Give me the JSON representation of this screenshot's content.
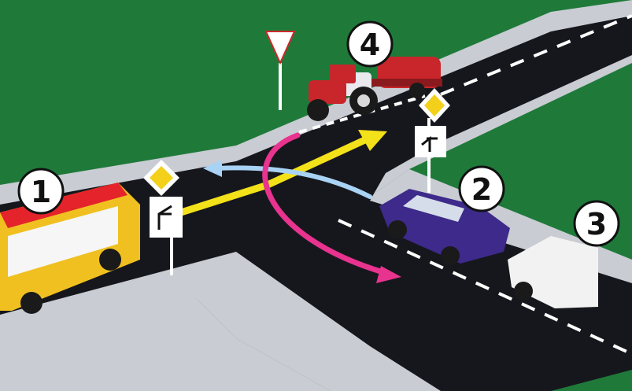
{
  "scene": {
    "colors": {
      "grass": "#1f7a3a",
      "sidewalk": "#c9ccd3",
      "road": "#16171d",
      "lane_marking": "#ffffff",
      "main_road_arrow": "#f3e11a",
      "vehicle1_left_turn_arrow": "#a9d3f5",
      "vehicle2_left_turn_arrow": "#e8338f"
    },
    "vehicles": [
      {
        "number": "1",
        "kind": "bus",
        "color": "#f0c021",
        "roof": "#e4232a"
      },
      {
        "number": "2",
        "kind": "car",
        "color": "#3d2a8a"
      },
      {
        "number": "3",
        "kind": "car",
        "color": "#f2f2f2"
      },
      {
        "number": "4",
        "kind": "tractor-with-trailer",
        "color": "#c8262b"
      }
    ],
    "signs": [
      {
        "name": "give-way-sign",
        "icon": "inverted-triangle"
      },
      {
        "name": "priority-road-sign",
        "icon": "yellow-diamond"
      },
      {
        "name": "main-road-direction-plate",
        "icon": "bent-main-road"
      }
    ]
  }
}
